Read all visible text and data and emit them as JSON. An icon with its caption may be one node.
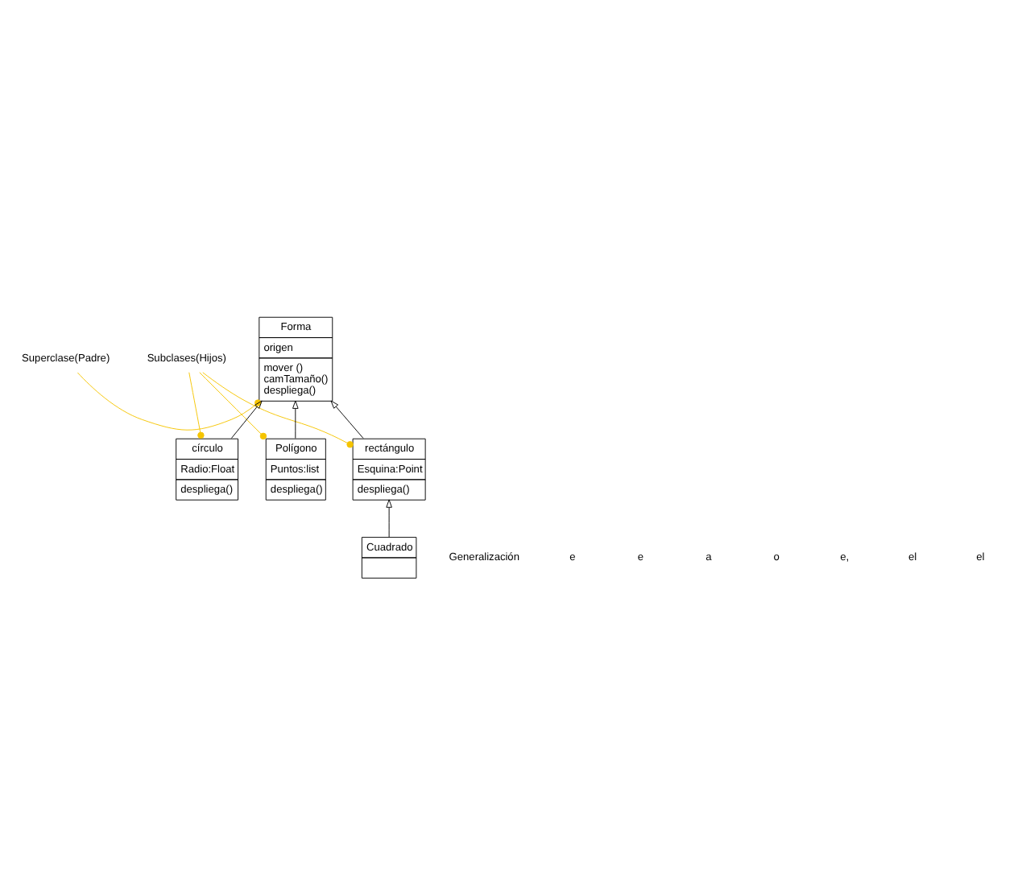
{
  "diagram": {
    "nodes": [
      {
        "text": [
          "Superclase(Padre)"
        ]
      },
      {
        "text": [
          "Forma",
          "origen",
          "mover ()",
          "camTamaño()",
          "despliega()"
        ]
      },
      {
        "text": [
          "Subclases(Hijos)"
        ]
      },
      {
        "text": [
          "rectángulo",
          "Esquina:Point",
          "despliega()"
        ]
      },
      {
        "text": [
          "círculo",
          "Radio:Float",
          "despliega()"
        ]
      },
      {
        "text": [
          "Polígono",
          "Puntos:list",
          "despliega()"
        ]
      },
      {
        "text": [
          "Cuadrado"
        ]
      }
    ],
    "edges": [
      {
        "from": 0,
        "to": 1,
        "arrow": "other",
        "color": "#f5c400"
      },
      {
        "from": 2,
        "to": 3,
        "arrow": "other",
        "color": "#f5c400"
      },
      {
        "from": 2,
        "to": 4,
        "arrow": "other",
        "color": "#f5c400"
      },
      {
        "from": 2,
        "to": 5,
        "arrow": "other",
        "color": "#f5c400"
      },
      {
        "from": 3,
        "to": 1,
        "arrow": "to",
        "color": "#000000"
      },
      {
        "from": 4,
        "to": 1,
        "arrow": "to",
        "color": "#000000"
      },
      {
        "from": 5,
        "to": 1,
        "arrow": "to",
        "color": "#000000"
      },
      {
        "from": 6,
        "to": 3,
        "arrow": "to",
        "color": "#000000"
      }
    ],
    "labels": [
      "Generalización",
      "e",
      "e",
      "a",
      "o",
      "e,",
      "el",
      "el"
    ]
  }
}
